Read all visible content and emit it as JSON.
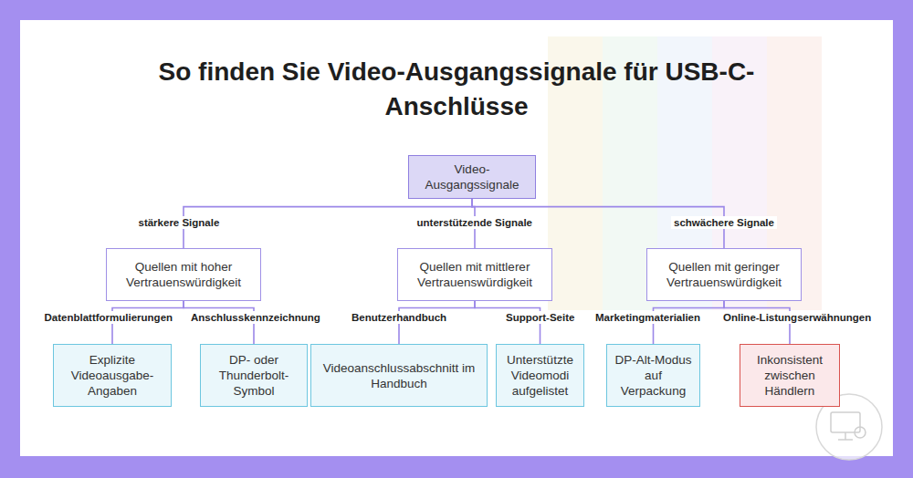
{
  "diagram": {
    "title": "So finden Sie Video-Ausgangssignale für USB-C-Anschlüsse",
    "nodes": [
      {
        "text": [
          "Video- Ausgangssignale"
        ]
      },
      {
        "text": [
          "Quellen mit hoher Vertrauenswürdigkeit"
        ]
      },
      {
        "text": [
          "Quellen mit mittlerer Vertrauenswürdigkeit"
        ]
      },
      {
        "text": [
          "Quellen mit geringer Vertrauenswürdigkeit"
        ]
      },
      {
        "text": [
          "Explizite Videoausgabe-Angaben"
        ]
      },
      {
        "text": [
          "DP- oder Thunderbolt-Symbol"
        ]
      },
      {
        "text": [
          "Videoanschlussabschnitt im Handbuch"
        ]
      },
      {
        "text": [
          "Unterstützte Videomodi aufgelistet"
        ]
      },
      {
        "text": [
          "DP-Alt-Modus auf Verpackung"
        ]
      },
      {
        "text": [
          "Inkonsistent zwischen Händlern"
        ]
      }
    ],
    "edges": [
      {
        "from": 0,
        "to": 1,
        "label": "stärkere Signale",
        "arrow": "none"
      },
      {
        "from": 0,
        "to": 2,
        "label": "unterstützende Signale",
        "arrow": "none"
      },
      {
        "from": 0,
        "to": 3,
        "label": "schwächere Signale",
        "arrow": "none"
      },
      {
        "from": 1,
        "to": 4,
        "label": "Datenblattformulierungen",
        "arrow": "none"
      },
      {
        "from": 1,
        "to": 5,
        "label": "Anschlusskennzeichnung",
        "arrow": "none"
      },
      {
        "from": 2,
        "to": 6,
        "label": "Benutzerhandbuch",
        "arrow": "none"
      },
      {
        "from": 2,
        "to": 7,
        "label": "Support-Seite",
        "arrow": "none"
      },
      {
        "from": 3,
        "to": 8,
        "label": "Marketingmaterialien",
        "arrow": "none"
      },
      {
        "from": 3,
        "to": 9,
        "label": "Online-Listungserwähnungen",
        "arrow": "none"
      }
    ]
  }
}
